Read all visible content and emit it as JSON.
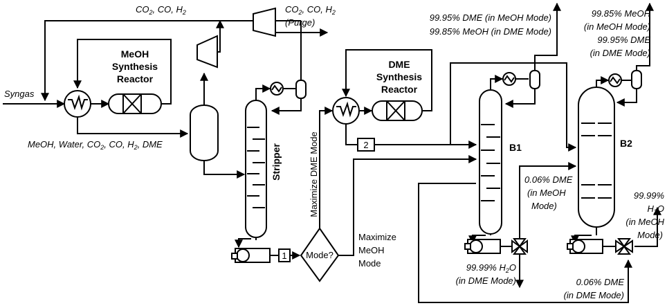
{
  "streams": {
    "recycle_gas": {
      "main": "CO",
      "s1": "2",
      "mid": ", CO, H",
      "s2": "2"
    },
    "purge": {
      "main": "CO",
      "s1": "2",
      "mid": ", CO, H",
      "s2": "2",
      "line2": "(Purge)"
    },
    "syngas": "Syngas",
    "meoh_mix": {
      "p1": "MeOH, Water, CO",
      "s1": "2",
      "p2": ", CO, H",
      "s2": "2",
      "p3": ", DME"
    },
    "b1_top": {
      "line1": "99.95% DME (in MeOH Mode)",
      "line2": "99.85% MeOH (in DME Mode)"
    },
    "b2_top": {
      "line1": "99.85% MeOH",
      "line2": "(in MeOH Mode)",
      "line3": "99.95% DME",
      "line4": "(in DME Mode)"
    },
    "b1_side": {
      "line1": "0.06% DME",
      "line2": "(in MeOH",
      "line3": "Mode)"
    },
    "b2_bottom_water": {
      "line1": "99.99%",
      "line2a": "H",
      "line2s": "2",
      "line2b": "O",
      "line3": "(in MeOH",
      "line4": "Mode)"
    },
    "b1_bottom_water": {
      "line1a": "99.99% H",
      "line1s": "2",
      "line1b": "O",
      "line2": "(in DME Mode)"
    },
    "b2_bottom_dme": {
      "line1": "0.06% DME",
      "line2": "(in DME Mode)"
    }
  },
  "equipment": {
    "meoh_reactor": {
      "line1": "MeOH",
      "line2": "Synthesis",
      "line3": "Reactor"
    },
    "dme_reactor": {
      "line1": "DME",
      "line2": "Synthesis",
      "line3": "Reactor"
    },
    "stripper": "Stripper",
    "b1": "B1",
    "b2": "B2",
    "decision": "Mode?"
  },
  "markers": {
    "m1": "1",
    "m2": "2"
  },
  "modes": {
    "dme": "Maximize DME Mode",
    "meoh_line1": "Maximize",
    "meoh_line2": "MeOH",
    "meoh_line3": "Mode"
  }
}
